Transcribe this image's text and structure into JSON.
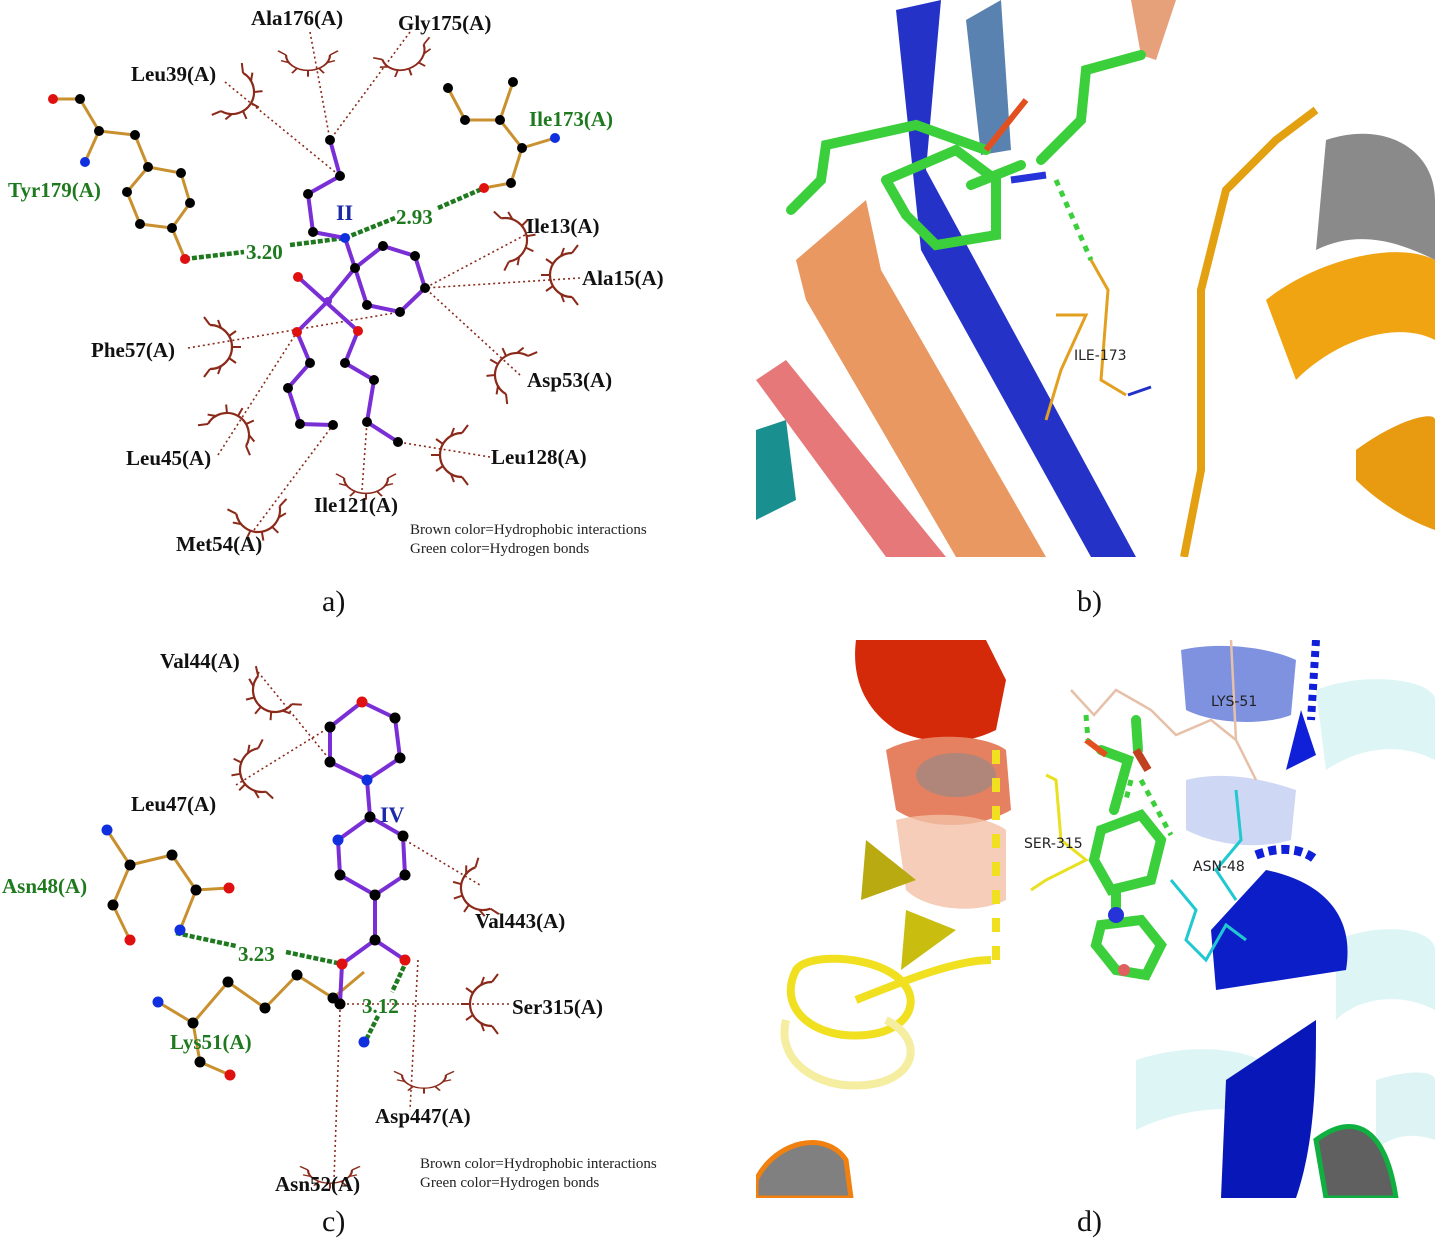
{
  "figure": {
    "panels": [
      {
        "id": "a",
        "caption": "a)",
        "type": "2D interaction diagram",
        "ligand_label": "II",
        "hydrophobic_residues": [
          "Ala176(A)",
          "Gly175(A)",
          "Leu39(A)",
          "Ile13(A)",
          "Ala15(A)",
          "Phe57(A)",
          "Asp53(A)",
          "Leu45(A)",
          "Leu128(A)",
          "Ile121(A)",
          "Met54(A)"
        ],
        "hbond_residues": [
          "Tyr179(A)",
          "Ile173(A)"
        ],
        "hbond_distances": [
          "3.20",
          "2.93"
        ],
        "legend": [
          "Brown color=Hydrophobic interactions",
          "Green color=Hydrogen bonds"
        ]
      },
      {
        "id": "b",
        "caption": "b)",
        "type": "3D binding pose",
        "residue_labels": [
          "ILE-173"
        ]
      },
      {
        "id": "c",
        "caption": "c)",
        "type": "2D interaction diagram",
        "ligand_label": "IV",
        "hydrophobic_residues": [
          "Val44(A)",
          "Leu47(A)",
          "Val443(A)",
          "Ser315(A)",
          "Asp447(A)",
          "Asn52(A)"
        ],
        "hbond_residues": [
          "Asn48(A)",
          "Lys51(A)"
        ],
        "hbond_distances": [
          "3.23",
          "3.12"
        ],
        "legend": [
          "Brown color=Hydrophobic interactions",
          "Green color=Hydrogen bonds"
        ]
      },
      {
        "id": "d",
        "caption": "d)",
        "type": "3D binding pose",
        "residue_labels": [
          "LYS-51",
          "SER-315",
          "ASN-48"
        ]
      }
    ],
    "colors": {
      "hydrophobic": "#8b2a1a",
      "hbond": "#1f7a1f",
      "ligand_bond": "#7a2fd6",
      "residue_bond": "#c8902e",
      "carbon": "#000000",
      "oxygen": "#e01010",
      "nitrogen": "#1030e0",
      "ligand_label": "#1a2aa8"
    }
  }
}
